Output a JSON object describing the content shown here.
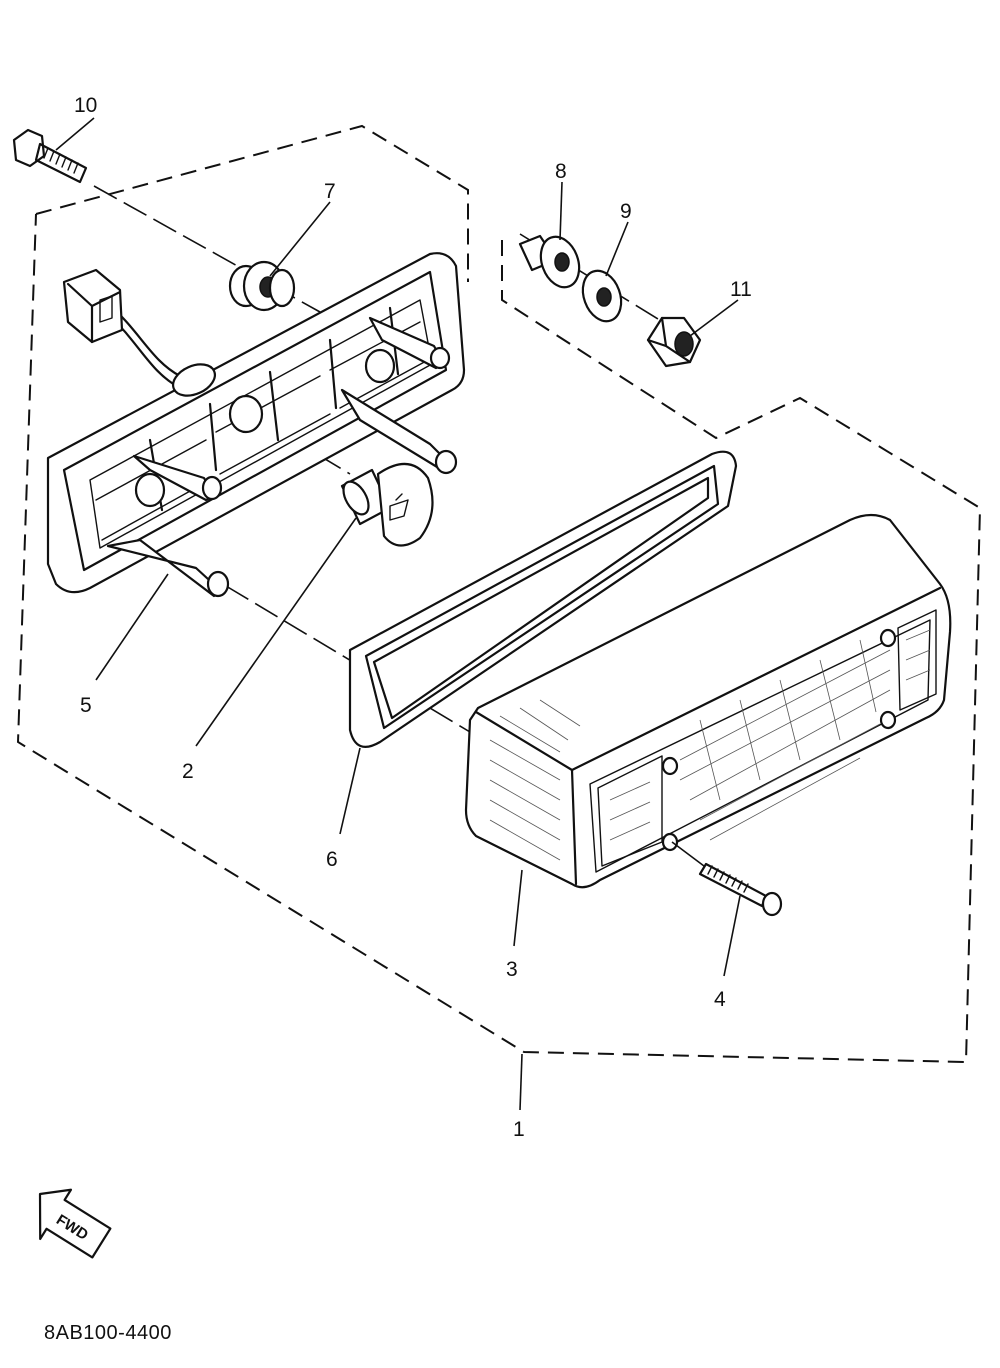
{
  "callouts": [
    {
      "id": "1",
      "label": "1"
    },
    {
      "id": "2",
      "label": "2"
    },
    {
      "id": "3",
      "label": "3"
    },
    {
      "id": "4",
      "label": "4"
    },
    {
      "id": "5",
      "label": "5"
    },
    {
      "id": "6",
      "label": "6"
    },
    {
      "id": "7",
      "label": "7"
    },
    {
      "id": "8",
      "label": "8"
    },
    {
      "id": "9",
      "label": "9"
    },
    {
      "id": "10",
      "label": "10"
    },
    {
      "id": "11",
      "label": "11"
    }
  ],
  "direction_arrow": {
    "label": "FWD"
  },
  "reference_code": "8AB100-4400"
}
